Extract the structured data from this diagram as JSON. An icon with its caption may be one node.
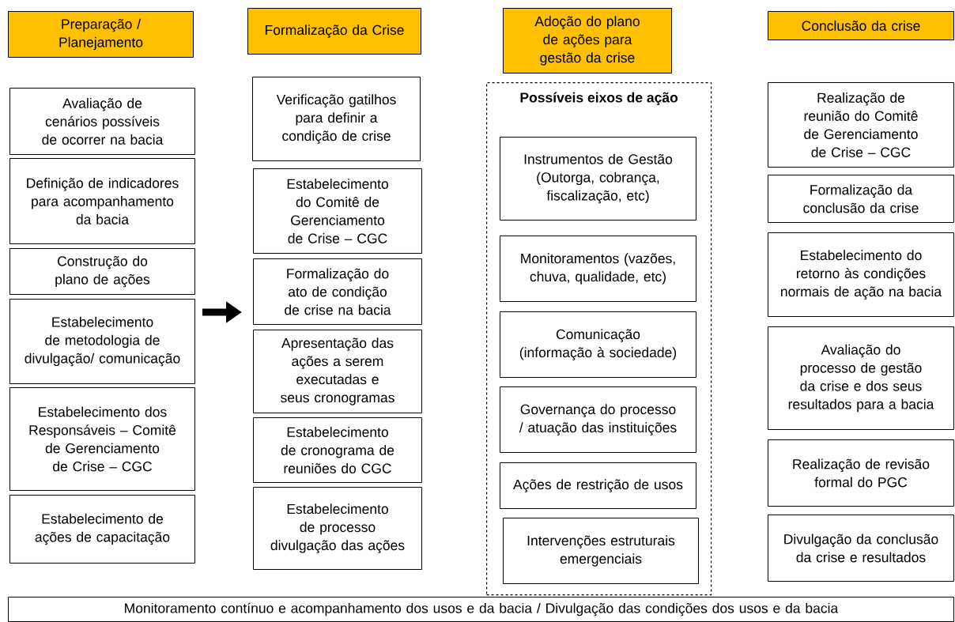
{
  "diagram": {
    "nodes": [
      {
        "text": [
          "Preparação / Planejamento"
        ]
      },
      {
        "text": [
          "Formalização da Crise"
        ]
      },
      {
        "text": [
          "Adoção do plano de ações para gestão da crise"
        ]
      },
      {
        "text": [
          "Conclusão da crise"
        ]
      },
      {
        "text": [
          "Avaliação de cenários possíveis de ocorrer na bacia"
        ]
      },
      {
        "text": [
          "Definição de indicadores para acompanhamento da bacia"
        ]
      },
      {
        "text": [
          "Construção do plano de ações"
        ]
      },
      {
        "text": [
          "Estabelecimento de metodologia de divulgação/ comunicação"
        ]
      },
      {
        "text": [
          "Estabelecimento dos Responsáveis – Comitê de Gerenciamento de Crise – CGC"
        ]
      },
      {
        "text": [
          "Estabelecimento de ações de capacitação"
        ]
      },
      {
        "text": [
          "Verificação gatilhos para definir a condição de crise"
        ]
      },
      {
        "text": [
          "Estabelecimento do Comitê de Gerenciamento de Crise – CGC"
        ]
      },
      {
        "text": [
          "Formalização do ato de condição de crise na bacia"
        ]
      },
      {
        "text": [
          "Apresentação das ações a serem executadas e seus cronogramas"
        ]
      },
      {
        "text": [
          "Estabelecimento de cronograma de reuniões do CGC"
        ]
      },
      {
        "text": [
          "Estabelecimento de processo divulgação das ações"
        ]
      },
      {
        "text": [
          "Possíveis eixos de ação"
        ]
      },
      {
        "text": [
          "Instrumentos de Gestão (Outorga, cobrança, fiscalização, etc)"
        ],
        "in": 16
      },
      {
        "text": [
          "Monitoramentos (vazões, chuva, qualidade, etc)"
        ],
        "in": 16
      },
      {
        "text": [
          "Comunicação (informação à sociedade)"
        ],
        "in": 16
      },
      {
        "text": [
          "Governança do processo / atuação das instituições"
        ],
        "in": 16
      },
      {
        "text": [
          "Ações de restrição de usos"
        ],
        "in": 16
      },
      {
        "text": [
          "Intervenções estruturais emergenciais"
        ],
        "in": 16
      },
      {
        "text": [
          "Realização de reunião do Comitê de Gerenciamento de Crise – CGC"
        ]
      },
      {
        "text": [
          "Formalização da conclusão da crise"
        ]
      },
      {
        "text": [
          "Estabelecimento do retorno às condições normais de ação na bacia"
        ]
      },
      {
        "text": [
          "Avaliação do processo de gestão da crise e dos seus resultados para a bacia"
        ]
      },
      {
        "text": [
          "Realização de revisão formal do PGC"
        ]
      },
      {
        "text": [
          "Divulgação da conclusão da crise e resultados"
        ]
      },
      {
        "text": [
          "Monitoramento contínuo e acompanhamento dos usos e da bacia / Divulgação das condições dos usos e da bacia"
        ]
      }
    ],
    "edges": [
      {
        "from": 7,
        "to": 12,
        "arrow": "to"
      }
    ]
  }
}
